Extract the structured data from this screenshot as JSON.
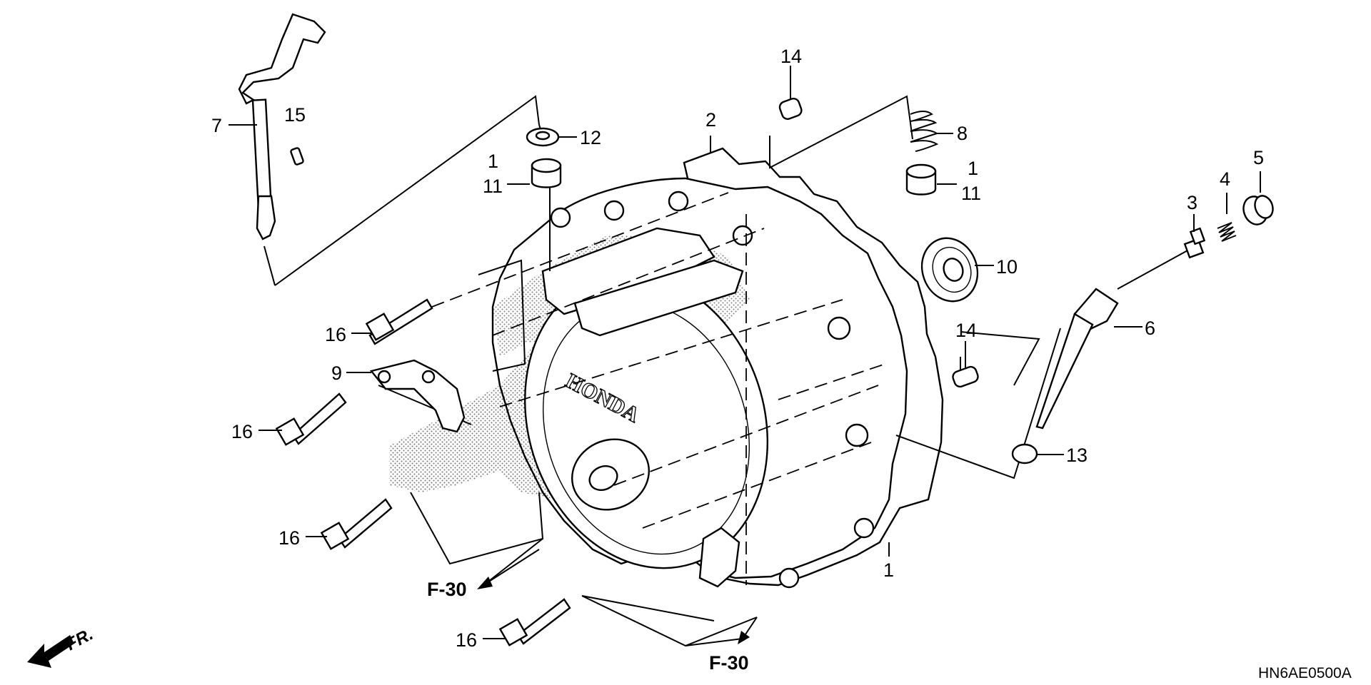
{
  "diagram": {
    "callouts": [
      {
        "id": "c7",
        "text": "7"
      },
      {
        "id": "c15",
        "text": "15"
      },
      {
        "id": "c12",
        "text": "12"
      },
      {
        "id": "c1a",
        "text": "1"
      },
      {
        "id": "c11a",
        "text": "11"
      },
      {
        "id": "c2",
        "text": "2"
      },
      {
        "id": "c14a",
        "text": "14"
      },
      {
        "id": "c8",
        "text": "8"
      },
      {
        "id": "c1b",
        "text": "1"
      },
      {
        "id": "c11b",
        "text": "11"
      },
      {
        "id": "c5",
        "text": "5"
      },
      {
        "id": "c4",
        "text": "4"
      },
      {
        "id": "c3",
        "text": "3"
      },
      {
        "id": "c10",
        "text": "10"
      },
      {
        "id": "c6",
        "text": "6"
      },
      {
        "id": "c14b",
        "text": "14"
      },
      {
        "id": "c13",
        "text": "13"
      },
      {
        "id": "c16a",
        "text": "16"
      },
      {
        "id": "c9",
        "text": "9"
      },
      {
        "id": "c16b",
        "text": "16"
      },
      {
        "id": "c16c",
        "text": "16"
      },
      {
        "id": "c16d",
        "text": "16"
      },
      {
        "id": "c1c",
        "text": "1"
      }
    ],
    "references": [
      {
        "id": "r1",
        "text": "F-30"
      },
      {
        "id": "r2",
        "text": "F-30"
      }
    ],
    "direction_label": "FR.",
    "brand_text": "HONDA",
    "diagram_code": "HN6AE0500A"
  }
}
